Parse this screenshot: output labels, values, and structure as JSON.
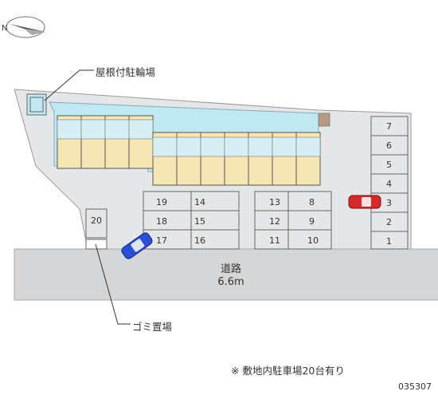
{
  "labels": {
    "bicycle_parking": "屋根付駐輪場",
    "road_name": "道路",
    "road_width": "6.6m",
    "garbage": "ゴミ置場",
    "note": "※ 敷地内駐車場20台有り",
    "code": "035307"
  },
  "compass": {
    "direction_label": "N"
  },
  "parking": {
    "left_block": {
      "col_a": [
        "19",
        "18",
        "17"
      ],
      "col_b": [
        "14",
        "15",
        "16"
      ]
    },
    "center_block": {
      "col_a": [
        "13",
        "12",
        "11"
      ],
      "col_b": [
        "8",
        "9",
        "10"
      ]
    },
    "right_column": [
      "7",
      "6",
      "5",
      "4",
      "3",
      "2",
      "1"
    ],
    "standalone": "20"
  },
  "cars": [
    {
      "name": "blue-car",
      "color": "#2a4fd6"
    },
    {
      "name": "red-car",
      "color": "#d62a2a"
    }
  ],
  "colors": {
    "site": "#e4e6e8",
    "road": "#d2d4d6",
    "building": "#bfe8f2",
    "unit_beige": "#f6e6b4",
    "parking_line": "#666666"
  }
}
